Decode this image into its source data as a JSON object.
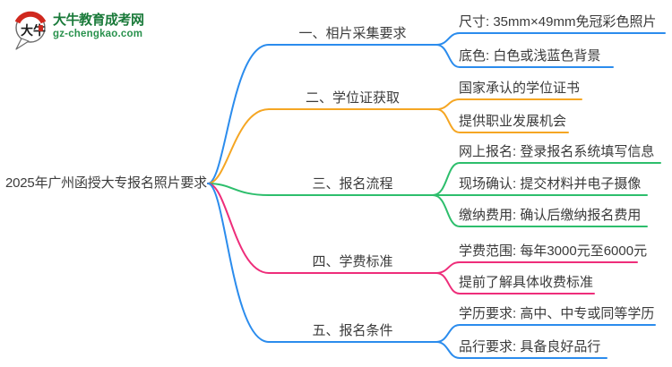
{
  "logo": {
    "title": "大牛教育成考网",
    "domain": "gz-chengkao.com",
    "icon": "daniu-speech-bubble-logo",
    "brand_color": "#1a7a3a",
    "accent_red": "#d0281e"
  },
  "central_topic": "2025年广州函授大专报名照片要求",
  "branches": [
    {
      "label": "一、相片采集要求",
      "color": "#2b8ced",
      "children": [
        "尺寸: 35mm×49mm免冠彩色照片",
        "底色: 白色或浅蓝色背景"
      ]
    },
    {
      "label": "二、学位证获取",
      "color": "#f5a623",
      "children": [
        "国家承认的学位证书",
        "提供职业发展机会"
      ]
    },
    {
      "label": "三、报名流程",
      "color": "#2dbe6c",
      "children": [
        "网上报名: 登录报名系统填写信息",
        "现场确认: 提交材料并电子摄像",
        "缴纳费用: 确认后缴纳报名费用"
      ]
    },
    {
      "label": "四、学费标准",
      "color": "#ee2d7a",
      "children": [
        "学费范围: 每年3000元至6000元",
        "提前了解具体收费标准"
      ]
    },
    {
      "label": "五、报名条件",
      "color": "#2b8ced",
      "children": [
        "学历要求: 高中、中专或同等学历",
        "品行要求: 具备良好品行"
      ]
    }
  ],
  "text_color": "#3a3a3a"
}
